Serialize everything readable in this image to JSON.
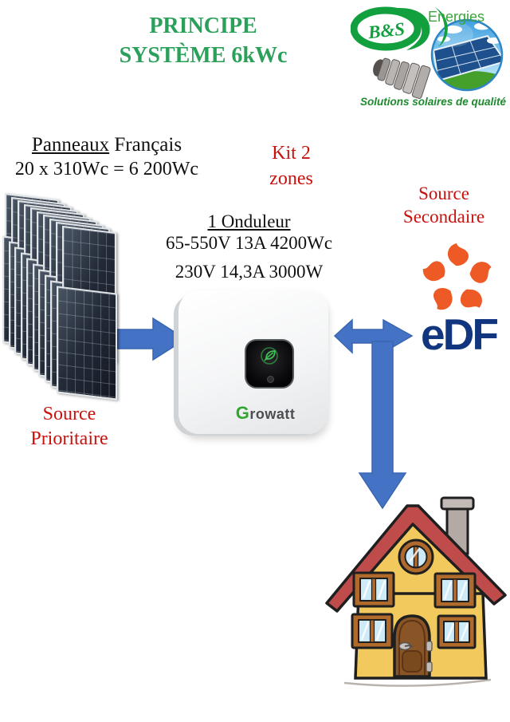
{
  "title": {
    "line1": "PRINCIPE",
    "line2": "SYSTÈME 6kWc"
  },
  "logo": {
    "brand": "B&S",
    "name": "Energies",
    "tagline": "Solutions solaires de qualité"
  },
  "panel_info": {
    "word_underlined": "Panneaux",
    "word_rest": " Français",
    "spec": "20 x 310Wc = 6 200Wc"
  },
  "panels": {
    "count": 20,
    "per_group": 10
  },
  "kit_label": {
    "line1": "Kit 2",
    "line2": "zones"
  },
  "inverter": {
    "title": "1 Onduleur",
    "spec_dc": "65-550V 13A 4200Wc",
    "spec_ac": "230V 14,3A 3000W",
    "brand_g": "G",
    "brand_rest": "rowatt"
  },
  "source_secondary": {
    "line1": "Source",
    "line2": "Secondaire"
  },
  "source_priority": {
    "line1": "Source",
    "line2": "Prioritaire"
  },
  "edf": {
    "wordmark_lower": "e",
    "wordmark_upper": "DF"
  },
  "colors": {
    "title_green": "#2ba05a",
    "logo_green": "#12a03e",
    "red": "#c9110d",
    "arrow_blue": "#4472c4",
    "edf_orange": "#ee5a25",
    "edf_blue": "#11357e",
    "house_yellow": "#f2c95c",
    "house_roof": "#bf4b4b"
  }
}
